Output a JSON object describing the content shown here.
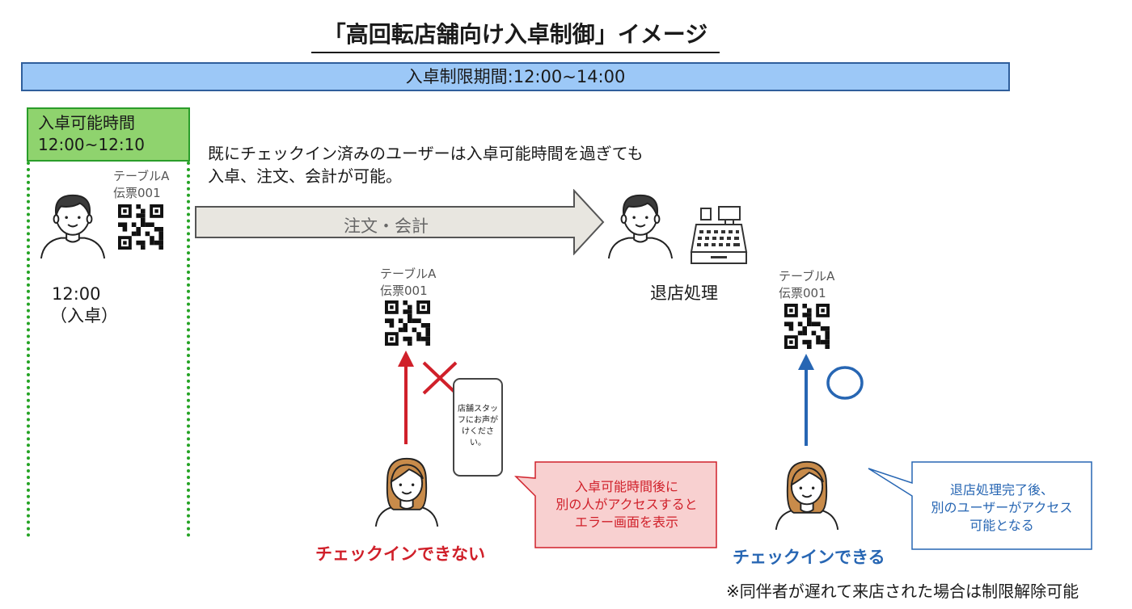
{
  "title": "「高回転店舗向け入卓制御」イメージ",
  "period_bar": "入卓制限期間:12:00~14:00",
  "entry_window": {
    "line1": "入卓可能時間",
    "line2": "12:00~12:10"
  },
  "note_top": {
    "line1": "既にチェックイン済みのユーザーは入卓可能時間を過ぎても",
    "line2": "入卓、注文、会計が可能。"
  },
  "arrow_label": "注文・会計",
  "ticket": {
    "table": "テーブルA",
    "slip": "伝票001"
  },
  "first_customer": {
    "time": "12:00",
    "note": "（入卓）"
  },
  "checkout_label": "退店処理",
  "phone_message": "店舗スタッフにお声がけください。",
  "fail": {
    "label": "チェックインできない",
    "callout": [
      "入卓可能時間後に",
      "別の人がアクセスすると",
      "エラー画面を表示"
    ]
  },
  "success": {
    "label": "チェックインできる",
    "callout": [
      "退店処理完了後、",
      "別のユーザーがアクセス",
      "可能となる"
    ]
  },
  "footnote": "※同伴者が遅れて来店された場合は制限解除可能",
  "colors": {
    "period_bar": "#9cc8f7",
    "window_box": "#8fd36e",
    "dotted_border": "#24a324",
    "fail_red": "#d0202a",
    "success_blue": "#2766b3",
    "fail_callout_bg": "#f8d0d0",
    "arrow_gray": "#e8e6e0"
  },
  "icons": [
    "man-avatar-icon",
    "woman-avatar-icon",
    "qr-code-icon",
    "cash-register-icon",
    "smartphone-icon",
    "cross-mark-icon",
    "circle-mark-icon"
  ]
}
